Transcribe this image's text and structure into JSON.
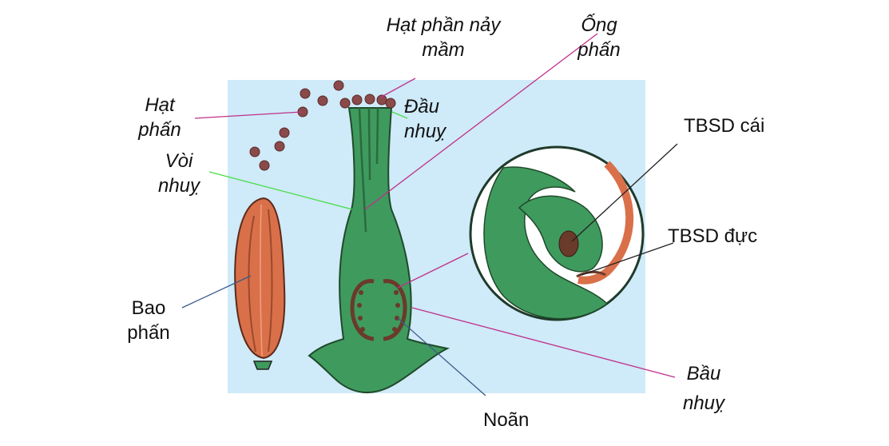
{
  "labels": {
    "hat_phan_line1": "Hạt",
    "hat_phan_line2": "phấn",
    "hat_phan_nay_mam_line1": "Hạt phần nảy",
    "hat_phan_nay_mam_line2": "mầm",
    "ong_phan_line1": "Ống",
    "ong_phan_line2": "phấn",
    "dau_nhuy_line1": "Đầu",
    "dau_nhuy_line2": "nhuỵ",
    "voi_nhuy_line1": "Vòi",
    "voi_nhuy_line2": "nhuỵ",
    "bao_phan_line1": "Bao",
    "bao_phan_line2": "phấn",
    "tbsd_cai": "TBSD cái",
    "tbsd_duc": "TBSD đực",
    "bau_nhuy_line1": "Bầu",
    "bau_nhuy_line2": "nhuỵ",
    "noan": "Noãn"
  },
  "colors": {
    "background_panel": "#cfeaf8",
    "pistil_green": "#3f9a5e",
    "pistil_dark": "#2b6a3e",
    "anther_orange": "#d9704a",
    "ovule_brown": "#6a3a2a",
    "pollen_brown": "#8a4a4a",
    "leader_magenta": "#c0308a",
    "leader_green": "#44dd44",
    "leader_blue": "#3a5a8a",
    "leader_dark": "#222222"
  }
}
